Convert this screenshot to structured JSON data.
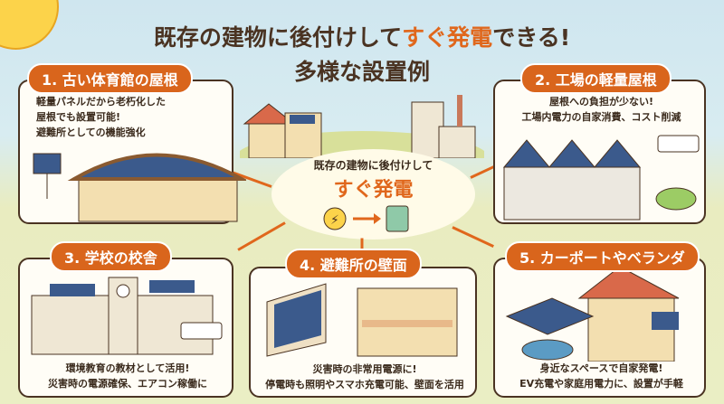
{
  "header": {
    "title_part1": "既存の建物に後付けして",
    "title_highlight": "すぐ発電",
    "title_part2": "できる!",
    "subtitle": "多様な設置例"
  },
  "center": {
    "line1": "既存の建物に後付けして",
    "line2": "すぐ発電"
  },
  "cards": [
    {
      "label": "1. 古い体育館の屋根",
      "lines": [
        "軽量パネルだから老朽化した",
        "屋根でも設置可能!",
        "避難所としての機能強化"
      ]
    },
    {
      "label": "2. 工場の軽量屋根",
      "lines": [
        "屋根への負担が少ない!",
        "工場内電力の自家消費、コスト削減"
      ]
    },
    {
      "label": "3. 学校の校舎",
      "lines": [
        "環境教育の教材として活用!",
        "災害時の電源確保、エアコン稼働に"
      ]
    },
    {
      "label": "4. 避難所の壁面",
      "lines": [
        "災害時の非常用電源に!",
        "停電時も照明やスマホ充電可能、壁面を活用"
      ]
    },
    {
      "label": "5. カーポートやベランダ",
      "lines": [
        "身近なスペースで自家発電!",
        "EV充電や家庭用電力に、設置が手軽"
      ]
    }
  ],
  "colors": {
    "accent": "#d9651c",
    "text": "#4a3322",
    "panel": "#3b5a8c",
    "sky": "#cfe6ef",
    "grass": "#eaeec4"
  }
}
